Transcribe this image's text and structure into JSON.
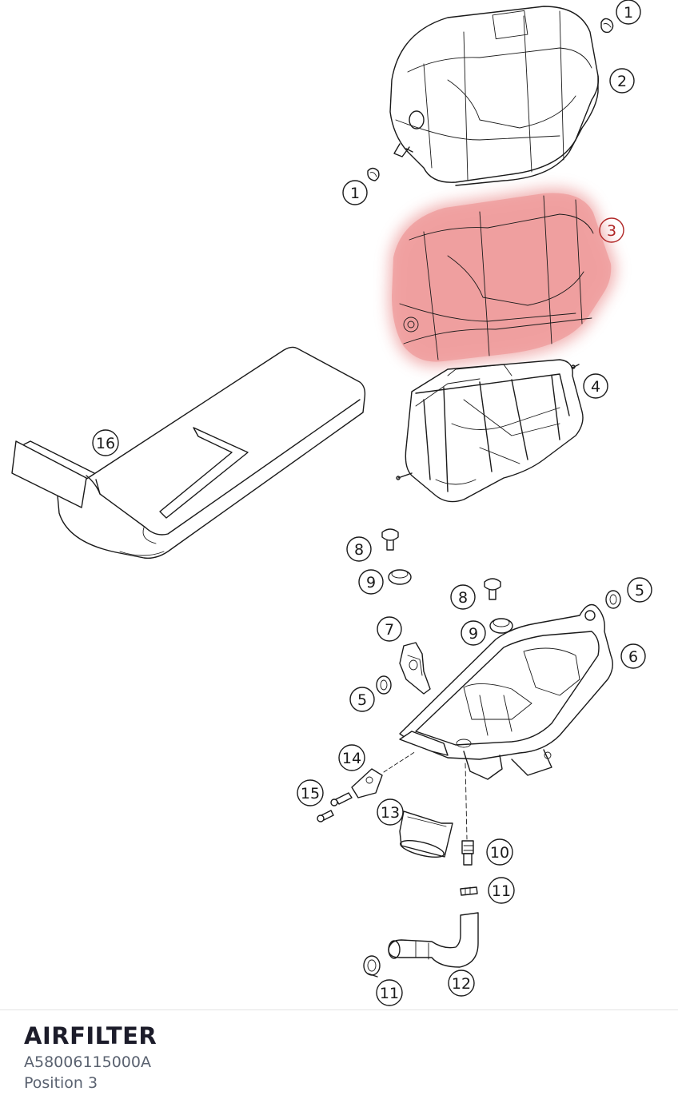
{
  "diagram": {
    "highlight_color": "#e57373",
    "callouts": [
      {
        "id": "c1a",
        "label": "1"
      },
      {
        "id": "c2",
        "label": "2"
      },
      {
        "id": "c1b",
        "label": "1"
      },
      {
        "id": "c3",
        "label": "3"
      },
      {
        "id": "c4",
        "label": "4"
      },
      {
        "id": "c16",
        "label": "16"
      },
      {
        "id": "c8a",
        "label": "8"
      },
      {
        "id": "c9a",
        "label": "9"
      },
      {
        "id": "c8b",
        "label": "8"
      },
      {
        "id": "c5a",
        "label": "5"
      },
      {
        "id": "c9b",
        "label": "9"
      },
      {
        "id": "c7",
        "label": "7"
      },
      {
        "id": "c6",
        "label": "6"
      },
      {
        "id": "c5b",
        "label": "5"
      },
      {
        "id": "c14",
        "label": "14"
      },
      {
        "id": "c15",
        "label": "15"
      },
      {
        "id": "c13",
        "label": "13"
      },
      {
        "id": "c10",
        "label": "10"
      },
      {
        "id": "c11a",
        "label": "11"
      },
      {
        "id": "c12",
        "label": "12"
      },
      {
        "id": "c11b",
        "label": "11"
      }
    ]
  },
  "footer": {
    "title": "AIRFILTER",
    "part_number": "A58006115000A",
    "position": "Position 3"
  }
}
